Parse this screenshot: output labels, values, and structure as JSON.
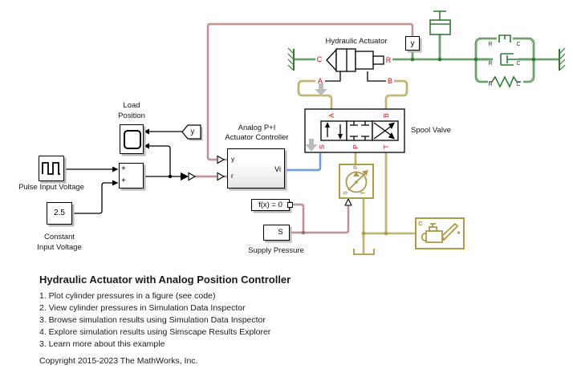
{
  "colors": {
    "mechanical_green": "#337A36",
    "hydraulic_tan": "#AE9A48",
    "physical_signal_maroon": "#A56A6E",
    "control_blue": "#3C74D2",
    "port_red": "#E10000"
  },
  "blocks": {
    "load_scope": {
      "label_line1": "Load",
      "label_line2": "Position"
    },
    "from_tag": {
      "text": "y"
    },
    "sensor_tag": {
      "text": "y"
    },
    "pulse": {
      "label": "Pulse Input Voltage"
    },
    "constant": {
      "value": "2.5",
      "label_line1": "Constant",
      "label_line2": "Input Voltage"
    },
    "sum": {
      "plus_top": "+",
      "plus_bottom": "+"
    },
    "controller": {
      "label_line1": "Analog P+I",
      "label_line2": "Actuator Controller",
      "port_y": "y",
      "port_r": "r",
      "port_vi": "Vi"
    },
    "actuator": {
      "label": "Hydraulic Actuator",
      "port_c": "C",
      "port_r": "R",
      "port_a": "A",
      "port_b": "B"
    },
    "valve": {
      "label": "Spool Valve",
      "port_a": "A",
      "port_b": "B",
      "port_s": "S",
      "port_p": "P",
      "port_t": "T"
    },
    "pump": {
      "port_p": "P",
      "port_s": "S",
      "port_t": "T"
    },
    "solver": {
      "text": "f(x) = 0"
    },
    "supply": {
      "text": "S",
      "label": "Supply Pressure"
    },
    "oil": {
      "port_c": "C"
    },
    "network": {
      "r": "R",
      "c": "C"
    }
  },
  "annotation": {
    "title": "Hydraulic Actuator with Analog Position Controller",
    "items": [
      "1. Plot cylinder pressures in a figure (see code)",
      "2. View cylinder pressures in Simulation Data Inspector",
      "3. Browse simulation results using Simulation Data Inspector",
      "4. Explore simulation results using Simscape Results Explorer",
      "3. Learn more about this example"
    ],
    "copyright": "Copyright 2015-2023 The MathWorks, Inc."
  }
}
